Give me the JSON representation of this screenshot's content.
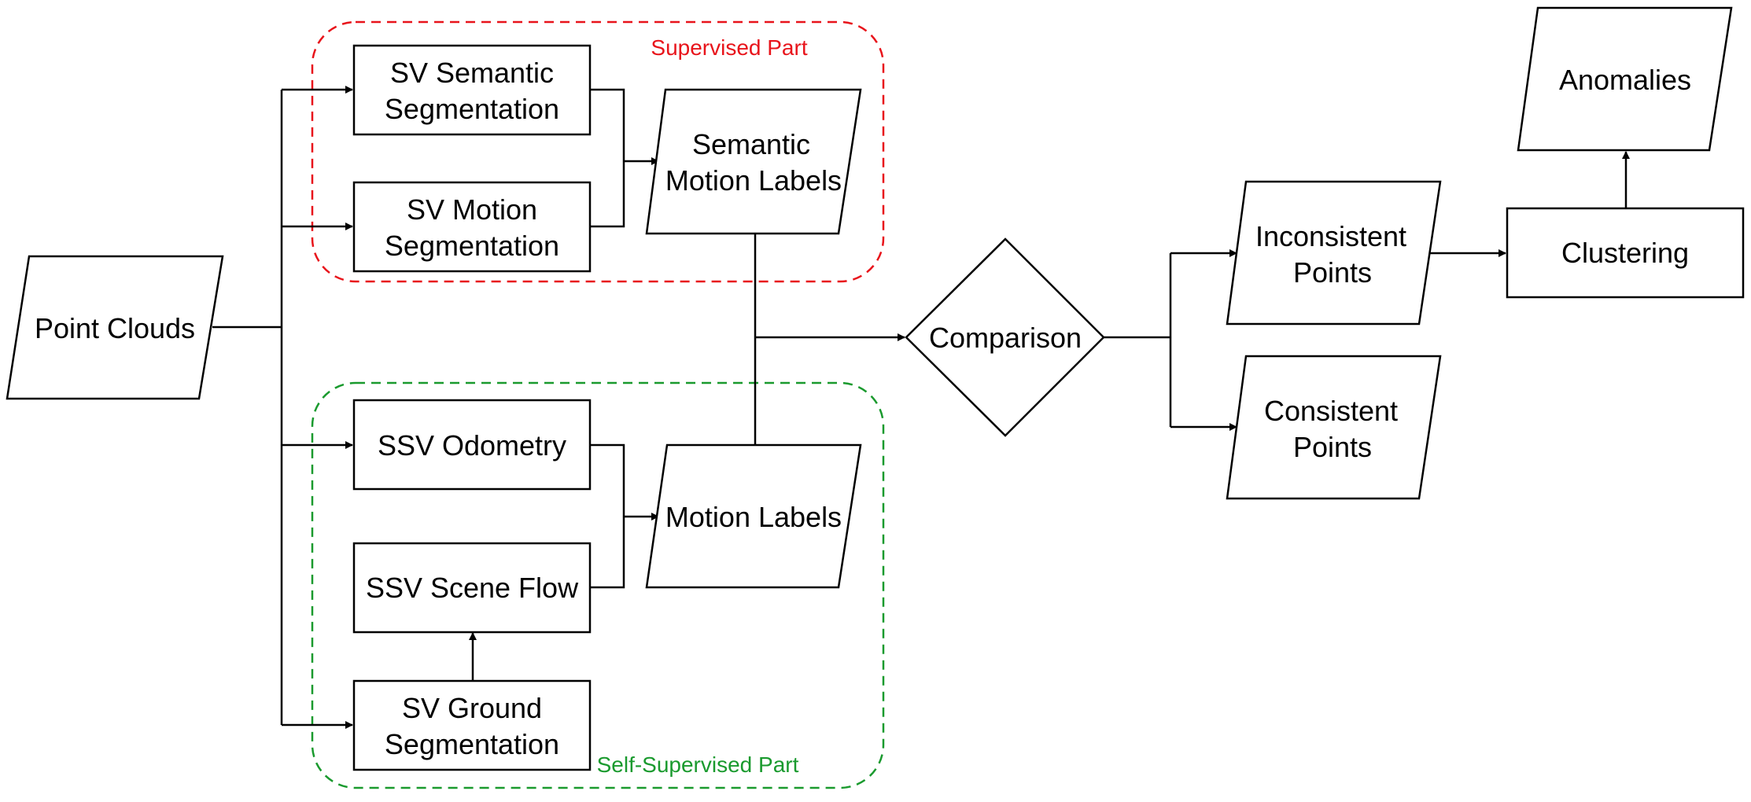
{
  "groups": {
    "supervised": {
      "label": "Supervised Part",
      "color": "#e8141b"
    },
    "self_supervised": {
      "label": "Self-Supervised Part",
      "color": "#1a9a2e"
    }
  },
  "nodes": {
    "point_clouds": {
      "line1": "Point Clouds"
    },
    "sv_semantic_seg": {
      "line1": "SV Semantic",
      "line2": "Segmentation"
    },
    "sv_motion_seg": {
      "line1": "SV Motion",
      "line2": "Segmentation"
    },
    "semantic_motion_labels": {
      "line1": "Semantic",
      "line2": "Motion Labels"
    },
    "ssv_odometry": {
      "line1": "SSV Odometry"
    },
    "ssv_scene_flow": {
      "line1": "SSV Scene Flow"
    },
    "sv_ground_seg": {
      "line1": "SV Ground",
      "line2": "Segmentation"
    },
    "motion_labels": {
      "line1": "Motion Labels"
    },
    "comparison": {
      "line1": "Comparison"
    },
    "inconsistent_points": {
      "line1": "Inconsistent",
      "line2": "Points"
    },
    "consistent_points": {
      "line1": "Consistent",
      "line2": "Points"
    },
    "clustering": {
      "line1": "Clustering"
    },
    "anomalies": {
      "line1": "Anomalies"
    }
  }
}
